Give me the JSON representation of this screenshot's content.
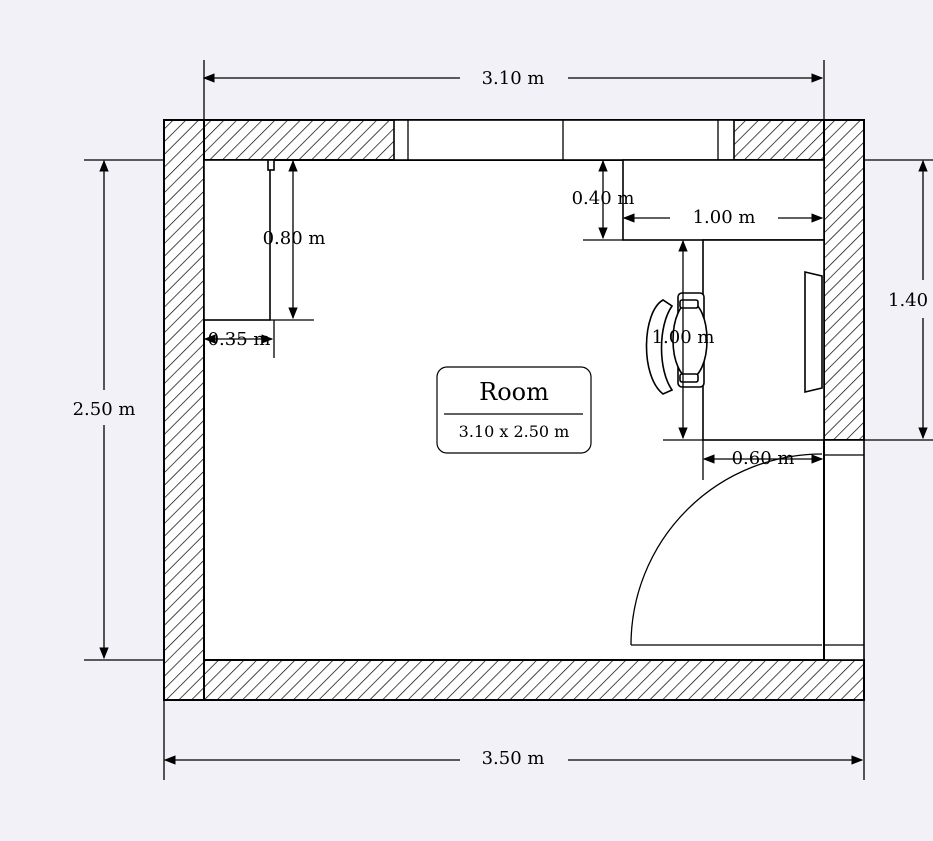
{
  "room": {
    "name": "Room",
    "size": "3.10 x 2.50 m"
  },
  "dimensions": {
    "inner_width": "3.10 m",
    "outer_width": "3.50 m",
    "inner_height": "2.50 m",
    "wardrobe_depth": "0.80 m",
    "wardrobe_width": "0.35 m",
    "desk_offset": "0.40 m",
    "desk_width": "1.00 m",
    "desk_length": "1.00 m",
    "desk_depth": "0.60 m",
    "right_segment": "1.40"
  },
  "colors": {
    "background": "#f1f1f7",
    "wall_hatch": "#000000",
    "furniture": "#ffffff"
  }
}
